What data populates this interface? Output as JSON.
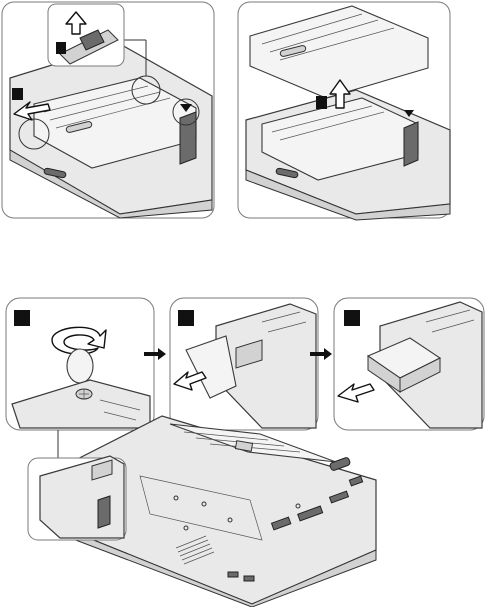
{
  "figures": [
    {
      "id": "remove-battery-latch",
      "steps": 2
    },
    {
      "id": "lift-battery",
      "steps": 1
    },
    {
      "id": "loosen-screw",
      "steps": 1
    },
    {
      "id": "remove-cover",
      "steps": 1
    },
    {
      "id": "slide-out-drive",
      "steps": 1
    }
  ],
  "colors": {
    "ink": "#333333",
    "step_marker": "#111111",
    "body": "#e9e9e9",
    "frame": "#7a7a7a"
  }
}
